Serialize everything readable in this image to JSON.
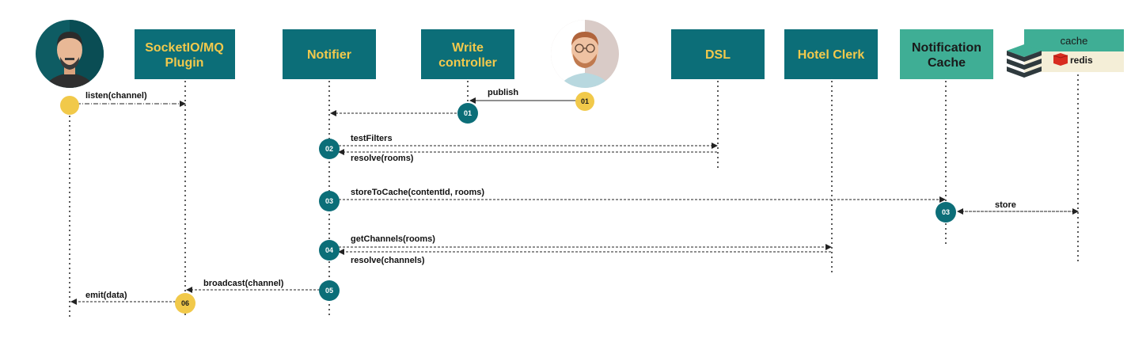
{
  "colors": {
    "teal": "#0c6e78",
    "teal_light": "#3fae95",
    "yellow_text": "#f2c94c",
    "yellow_dot": "#f1c94a",
    "white": "#ffffff",
    "redis_red": "#d82c20",
    "redis_bg": "#f4eed7",
    "stack_dark": "#2f3a3e",
    "stack_green": "#3fae95"
  },
  "participants": {
    "plugin": [
      "SocketIO/MQ",
      "Plugin"
    ],
    "notifier": [
      "Notifier"
    ],
    "write_controller": [
      "Write",
      "controller"
    ],
    "dsl": [
      "DSL"
    ],
    "hotel_clerk": [
      "Hotel Clerk"
    ],
    "notification_cache": [
      "Notification",
      "Cache"
    ],
    "cache_label": "cache",
    "redis_label": "redis"
  },
  "messages": {
    "listen": "listen(channel)",
    "publish": "publish",
    "test_filters": "testFilters",
    "resolve_rooms": "resolve(rooms)",
    "store_to_cache": "storeToCache(contentId, rooms)",
    "store": "store",
    "get_channels": "getChannels(rooms)",
    "resolve_channels": "resolve(channels)",
    "broadcast": "broadcast(channel)",
    "emit": "emit(data)"
  },
  "steps": {
    "publish_user": "01",
    "write_ctrl": "01",
    "notifier_filters": "02",
    "notifier_store": "03",
    "cache_store": "03",
    "notifier_channels": "04",
    "notifier_broadcast": "05",
    "plugin_emit": "06"
  },
  "icons": {
    "client_user": "user-avatar-icon",
    "publisher_user": "publisher-avatar-icon",
    "redis": "redis-icon",
    "stack": "database-stack-icon"
  }
}
